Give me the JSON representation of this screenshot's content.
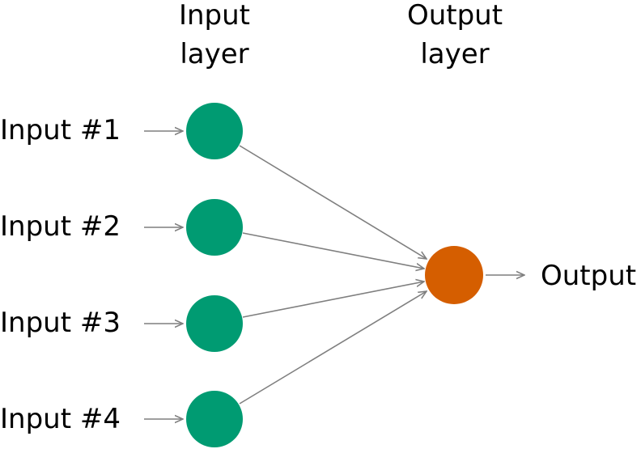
{
  "headers": {
    "input_layer": [
      "Input",
      "layer"
    ],
    "output_layer": [
      "Output",
      "layer"
    ]
  },
  "inputs": [
    "Input #1",
    "Input #2",
    "Input #3",
    "Input #4"
  ],
  "output_label": "Output",
  "colors": {
    "input_node": "#009b72",
    "output_node": "#d55e00",
    "edge": "#7f7f7f",
    "text": "#000000"
  }
}
